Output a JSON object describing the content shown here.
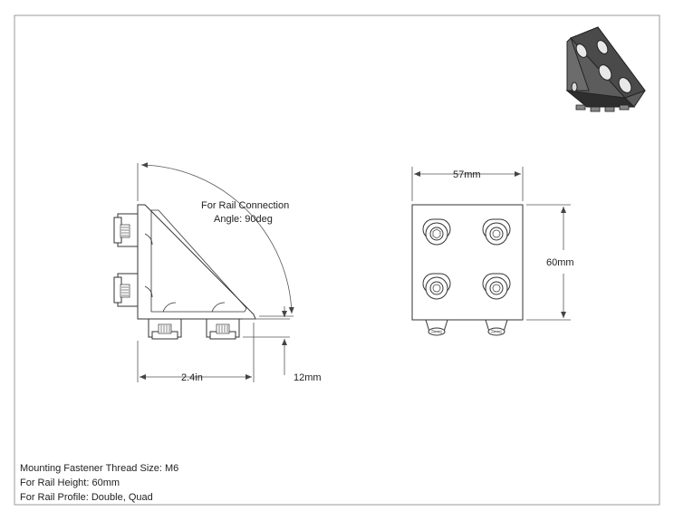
{
  "annotations": {
    "angle_note_line1": "For Rail Connection",
    "angle_note_line2": "Angle: 90deg",
    "width_dim": "2.4in",
    "thickness_dim": "12mm",
    "front_width_dim": "57mm",
    "front_height_dim": "60mm"
  },
  "notes": [
    "Mounting Fastener Thread Size: M6",
    "For Rail Height: 60mm",
    "For Rail Profile: Double, Quad"
  ],
  "colors": {
    "line": "#333333",
    "border": "#9a9a9a",
    "dim": "#555555",
    "iso_dark": "#3a3a3a"
  }
}
